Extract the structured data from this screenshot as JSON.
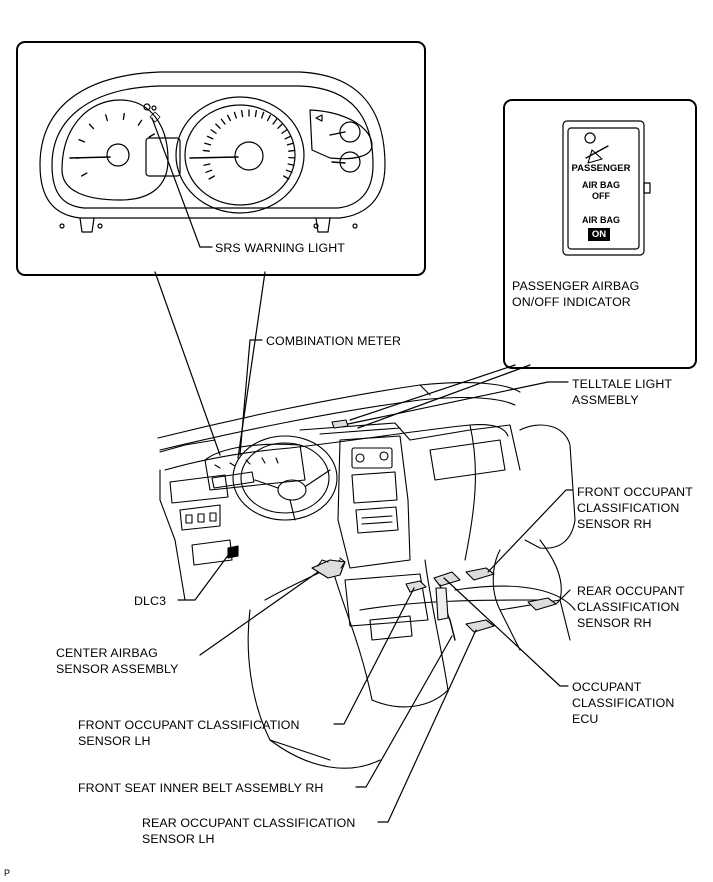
{
  "labels": {
    "srs_warning_light": "SRS WARNING LIGHT",
    "passenger_airbag_indicator": "PASSENGER AIRBAG\nON/OFF INDICATOR",
    "combination_meter": "COMBINATION METER",
    "telltale_light_assembly": "TELLTALE LIGHT\nASSMEBLY",
    "front_occupant_sensor_rh": "FRONT OCCUPANT\nCLASSIFICATION\nSENSOR RH",
    "rear_occupant_sensor_rh": "REAR OCCUPANT\nCLASSIFICATION\nSENSOR RH",
    "dlc3": "DLC3",
    "center_airbag_sensor": "CENTER AIRBAG\nSENSOR ASSEMBLY",
    "occupant_classification_ecu": "OCCUPANT\nCLASSIFICATION\nECU",
    "front_occupant_sensor_lh": "FRONT OCCUPANT CLASSIFICATION\nSENSOR LH",
    "front_seat_inner_belt": "FRONT SEAT INNER BELT ASSEMBLY RH",
    "rear_occupant_sensor_lh": "REAR OCCUPANT CLASSIFICATION\nSENSOR LH"
  },
  "indicator_panel": {
    "passenger": "PASSENGER",
    "air_bag_off_1": "AIR BAG",
    "air_bag_off_2": "OFF",
    "air_bag_on_1": "AIR BAG",
    "on": "ON"
  },
  "corner_mark": "P"
}
